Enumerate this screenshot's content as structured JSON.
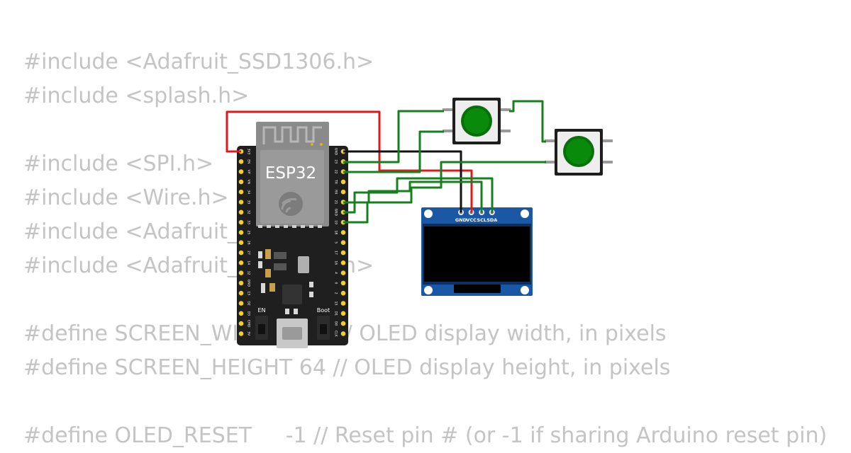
{
  "code_lines": [
    "#include <Adafruit_SSD1306.h>",
    "#include <splash.h>",
    "",
    "#include <SPI.h>",
    "#include <Wire.h>",
    "#include <Adafruit_GFX.h>",
    "#include <Adafruit_SSD1306.h>",
    "",
    "#define SCREEN_WIDTH 128 // OLED display width, in pixels",
    "#define SCREEN_HEIGHT 64 // OLED display height, in pixels",
    "",
    "#define OLED_RESET     -1 // Reset pin # (or -1 if sharing Arduino reset pin)"
  ],
  "esp32": {
    "label": "ESP32",
    "left_pins": [
      "3V3",
      "EN",
      "VP",
      "VN",
      "34",
      "35",
      "32",
      "33",
      "25",
      "26",
      "27",
      "14",
      "12",
      "GND",
      "13",
      "D2",
      "D3",
      "CMD",
      "5V"
    ],
    "right_pins": [
      "GND",
      "23",
      "22",
      "TX",
      "RX",
      "21",
      "GND",
      "19",
      "18",
      "5",
      "17",
      "16",
      "4",
      "0",
      "2",
      "15",
      "D1",
      "D0",
      "CLK"
    ],
    "en_label": "EN",
    "boot_label": "Boot"
  },
  "oled": {
    "pins": [
      "GND",
      "VCC",
      "SCL",
      "SDA"
    ]
  },
  "colors": {
    "code_text": "#c4c4c4",
    "board": "#1f1f1f",
    "module": "#8c8c8c",
    "pin_gold": "#f2cf2b",
    "oled_pcb": "#1a58a6",
    "screen": "#000000",
    "button_green": "#0a8a0a",
    "wire_red": "#e01818",
    "wire_black": "#111111",
    "wire_green": "#15801c"
  }
}
